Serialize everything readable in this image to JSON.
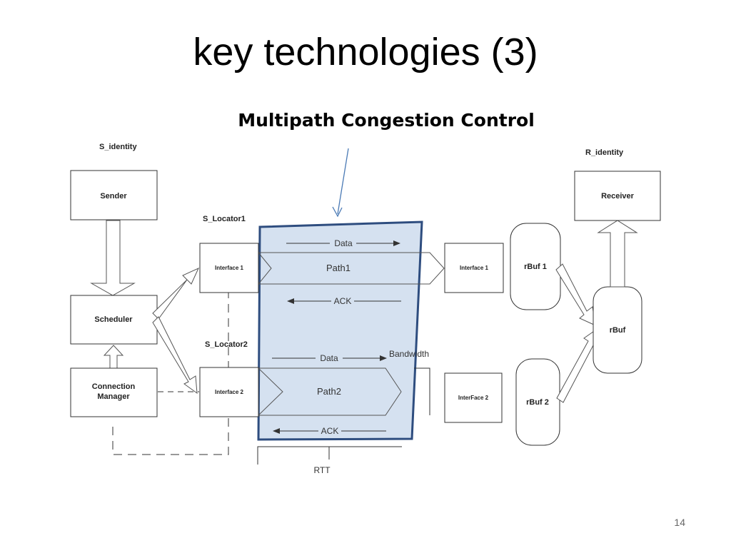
{
  "slide": {
    "title": "key technologies (3)",
    "subtitle": "Multipath Congestion Control",
    "page_number": "14"
  },
  "diagram": {
    "sender_side": {
      "identity_label": "S_identity",
      "sender_label": "Sender",
      "scheduler_label": "Scheduler",
      "connection_manager_label_line1": "Connection",
      "connection_manager_label_line2": "Manager",
      "locator1_label": "S_Locator1",
      "locator2_label": "S_Locator2",
      "interface1_label": "Interface 1",
      "interface2_label": "Interface 2"
    },
    "paths": {
      "data1_label": "Data",
      "path1_label": "Path1",
      "ack1_label": "ACK",
      "data2_label": "Data",
      "bandwidth_label": "Bandwidth",
      "path2_label": "Path2",
      "ack2_label": "ACK",
      "rtt_label": "RTT"
    },
    "receiver_side": {
      "identity_label": "R_identity",
      "receiver_label": "Receiver",
      "interface1_label": "Interface 1",
      "interface2_label": "InterFace 2",
      "rbuf1_label": "rBuf 1",
      "rbuf2_label": "rBuf 2",
      "rbuf_label": "rBuf"
    },
    "colors": {
      "highlight_fill": "#d5e1f0",
      "highlight_stroke": "#2e4d7f",
      "callout_arrow": "#4a7ab5",
      "box_stroke": "#333333",
      "gray_stroke": "#555555"
    }
  }
}
